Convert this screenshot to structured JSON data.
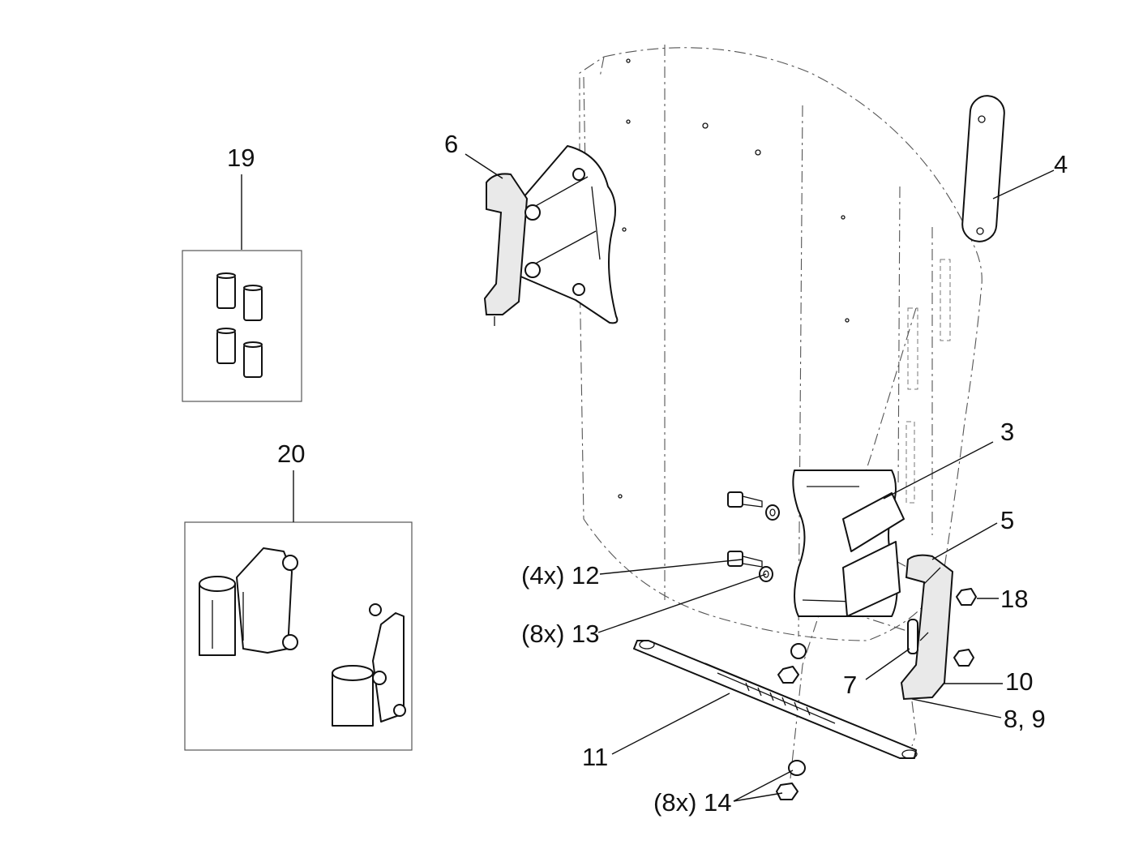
{
  "diagram": {
    "callouts": [
      {
        "id": "c19",
        "text": "19"
      },
      {
        "id": "c20",
        "text": "20"
      },
      {
        "id": "c6",
        "text": "6"
      },
      {
        "id": "c4",
        "text": "4"
      },
      {
        "id": "c3",
        "text": "3"
      },
      {
        "id": "c5",
        "text": "5"
      },
      {
        "id": "c12",
        "text": "(4x) 12"
      },
      {
        "id": "c13",
        "text": "(8x) 13"
      },
      {
        "id": "c18",
        "text": "18"
      },
      {
        "id": "c7",
        "text": "7"
      },
      {
        "id": "c10",
        "text": "10"
      },
      {
        "id": "c89",
        "text": "8, 9"
      },
      {
        "id": "c11",
        "text": "11"
      },
      {
        "id": "c14",
        "text": "(8x) 14"
      }
    ]
  }
}
